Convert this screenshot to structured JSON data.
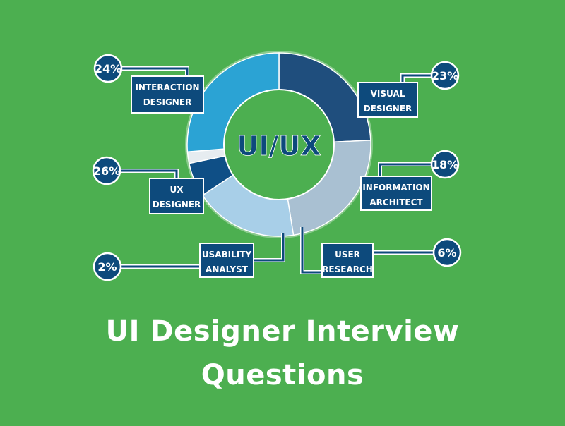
{
  "chart_data": {
    "type": "pie",
    "center_label": "UI/UX",
    "title": "UI Designer Interview Questions",
    "segments": [
      {
        "label_lines": [
          "INTERACTION",
          "DESIGNER"
        ],
        "value": 24,
        "value_text": "24%",
        "color": "#1f4e7d"
      },
      {
        "label_lines": [
          "VISUAL",
          "DESIGNER"
        ],
        "value": 23,
        "value_text": "23%",
        "color": "#a9c0d2"
      },
      {
        "label_lines": [
          "INFORMATION",
          "ARCHITECT"
        ],
        "value": 18,
        "value_text": "18%",
        "color": "#a8cfe8"
      },
      {
        "label_lines": [
          "USER",
          "RESEARCH"
        ],
        "value": 6,
        "value_text": "6%",
        "color": "#0f4f86"
      },
      {
        "label_lines": [
          "USABILITY",
          "ANALYST"
        ],
        "value": 2,
        "value_text": "2%",
        "color": "#e6ecf0"
      },
      {
        "label_lines": [
          "UX",
          "DESIGNER"
        ],
        "value": 26,
        "value_text": "26%",
        "color": "#2ba3d4"
      }
    ]
  },
  "title_lines": [
    "UI Designer Interview",
    "Questions"
  ],
  "colors": {
    "background": "#4caf50",
    "navy": "#0d4a7c",
    "connector": "#0d4a7c",
    "outline": "#ffffff"
  }
}
